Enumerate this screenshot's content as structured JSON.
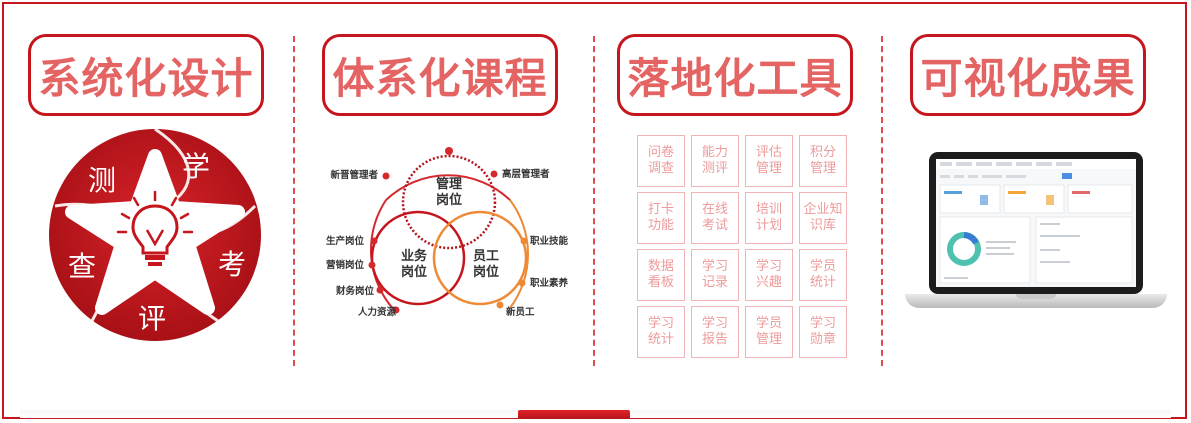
{
  "sections": [
    {
      "title": "系统化设计"
    },
    {
      "title": "体系化课程"
    },
    {
      "title": "落地化工具"
    },
    {
      "title": "可视化成果"
    }
  ],
  "cycle": {
    "labels": [
      "测",
      "学",
      "考",
      "评",
      "查"
    ],
    "brand_color": "#c4161c"
  },
  "courses": {
    "circles": [
      "管理\n岗位",
      "业务\n岗位",
      "员工\n岗位"
    ],
    "left_labels": [
      "新晋管理者",
      "生产岗位",
      "营销岗位",
      "财务岗位",
      "人力资源"
    ],
    "right_labels": [
      "高层管理者",
      "职业技能",
      "职业素养",
      "新员工"
    ]
  },
  "tools": [
    "问卷\n调查",
    "能力\n测评",
    "评估\n管理",
    "积分\n管理",
    "打卡\n功能",
    "在线\n考试",
    "培训\n计划",
    "企业知\n识库",
    "数据\n看板",
    "学习\n记录",
    "学习\n兴趣",
    "学员\n统计",
    "学习\n统计",
    "学习\n报告",
    "学员\n管理",
    "学习\n勋章"
  ]
}
